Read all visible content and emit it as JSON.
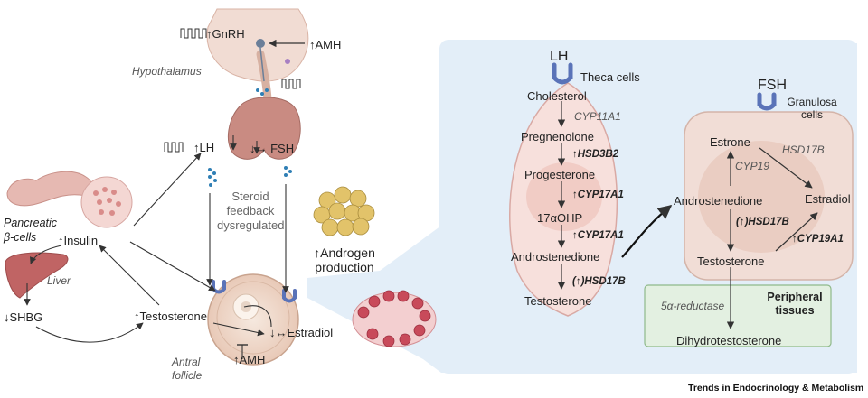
{
  "left": {
    "gnrh": "↑GnRH",
    "amh_top": "↑AMH",
    "hypothalamus": "Hypothalamus",
    "lh": "↑LH",
    "fsh": "↓↔ FSH",
    "steroid_feedback": [
      "Steroid",
      "feedback",
      "dysregulated"
    ],
    "androgen": [
      "↑Androgen",
      "production"
    ],
    "pancreatic": [
      "Pancreatic",
      "β-cells"
    ],
    "insulin": "↑Insulin",
    "liver": "Liver",
    "shbg": "↓SHBG",
    "testosterone": "↑Testosterone",
    "estradiol": "↓↔Estradiol",
    "amh_bottom": "↑AMH",
    "antral_follicle": [
      "Antral",
      "follicle"
    ]
  },
  "theca": {
    "hormone": "LH",
    "cell_label": "Theca cells",
    "steps": [
      "Cholesterol",
      "Pregnenolone",
      "Progesterone",
      "17αOHP",
      "Androstenedione",
      "Testosterone"
    ],
    "enzymes": [
      "CYP11A1",
      "↑HSD3B2",
      "↑CYP17A1",
      "↑CYP17A1",
      "(↑)HSD17B"
    ]
  },
  "granulosa": {
    "hormone": "FSH",
    "cell_label": [
      "Granulosa",
      "cells"
    ],
    "estrone": "Estrone",
    "androstenedione": "Androstenedione",
    "estradiol": "Estradiol",
    "testosterone": "Testosterone",
    "cyp19": "CYP19",
    "hsd17b_top": "HSD17B",
    "hsd17b_mid": "(↑)HSD17B",
    "cyp19a1": "↑CYP19A1"
  },
  "peripheral": {
    "enzyme": "5α-reductase",
    "title": [
      "Peripheral",
      "tissues"
    ],
    "product": "Dihydrotestosterone"
  },
  "footer": "Trends in Endocrinology & Metabolism",
  "colors": {
    "panel_blue": "#e3eef8",
    "theca_fill": "#f7e0dc",
    "theca_stroke": "#d9a9a4",
    "granulosa_fill": "#f1ddd6",
    "peripheral_fill": "#e3f0e1",
    "peripheral_stroke": "#8fb98a",
    "receptor": "#5a73b8",
    "follicle_red": "#c84a5a",
    "androgen_cell": "#e2c36a"
  }
}
